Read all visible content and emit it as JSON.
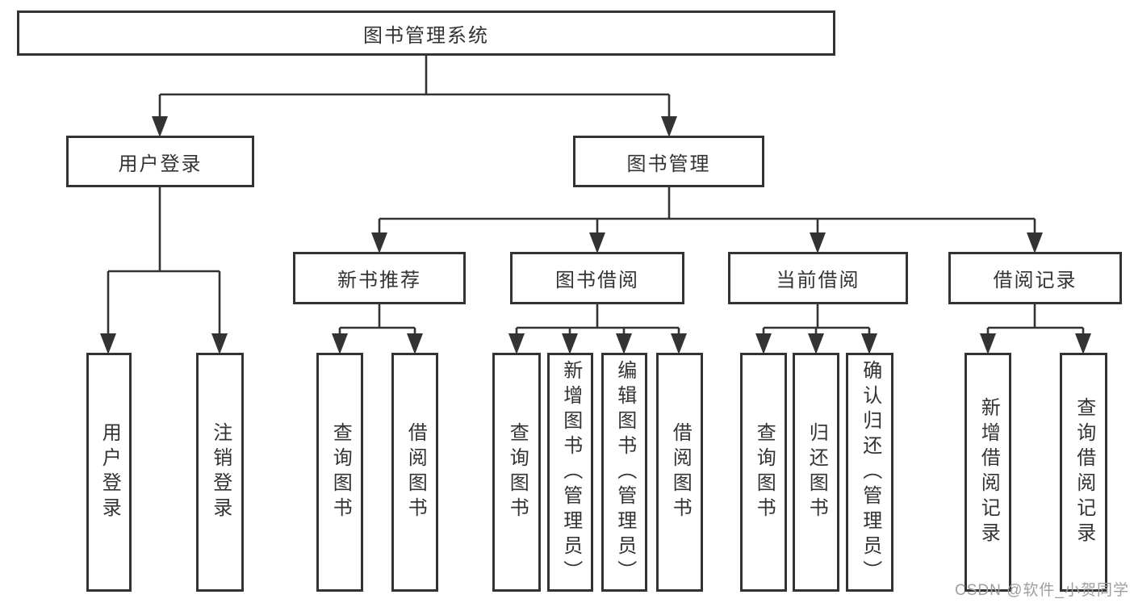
{
  "nodes": {
    "root": {
      "label": "图书管理系统"
    },
    "level2": [
      {
        "label": "用户登录"
      },
      {
        "label": "图书管理"
      }
    ],
    "level3": [
      {
        "label": "新书推荐"
      },
      {
        "label": "图书借阅"
      },
      {
        "label": "当前借阅"
      },
      {
        "label": "借阅记录"
      }
    ],
    "leaves": {
      "user_login": [
        {
          "label": "用户登录"
        },
        {
          "label": "注销登录"
        }
      ],
      "new_book_recommend": [
        {
          "label": "查询图书"
        },
        {
          "label": "借阅图书"
        }
      ],
      "book_borrow": [
        {
          "label": "查询图书"
        },
        {
          "label": "新增图书（管理员）"
        },
        {
          "label": "编辑图书（管理员）"
        },
        {
          "label": "借阅图书"
        }
      ],
      "current_borrow": [
        {
          "label": "查询图书"
        },
        {
          "label": "归还图书"
        },
        {
          "label": "确认归还（管理员）"
        }
      ],
      "borrow_records": [
        {
          "label": "新增借阅记录"
        },
        {
          "label": "查询借阅记录"
        }
      ]
    }
  },
  "watermark": {
    "text": "CSDN @软件_小贺同学"
  },
  "colors": {
    "line": "#333333",
    "text": "#333333",
    "watermark": "#9e9e9e",
    "background": "#ffffff"
  }
}
